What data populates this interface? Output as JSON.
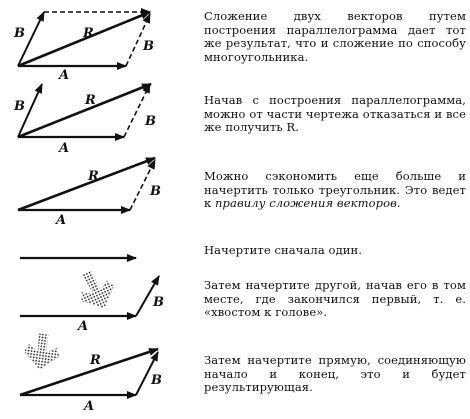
{
  "labels": {
    "A": "A",
    "B": "B",
    "R": "R"
  },
  "paragraphs": {
    "p1": "Сложение двух векторов путем построения параллелограмма дает тот же результат, что и сложение по способу многоугольника.",
    "p2": "Начав с построения параллелограмма, можно от части чертежа отказаться и все же получить R.",
    "p3_main": "Можно сэкономить еще больше и начертить только треугольник. Это ведет к ",
    "p3_italic": "правилу сложения векторов.",
    "p4": "Начертите сначала один.",
    "p5": "Затем начертите другой, начав его в том месте, где закончился первый, т. е. «хвостом к голове».",
    "p6": "Затем начертите прямую, соединяющую начало и конец, это и будет результирующая."
  }
}
